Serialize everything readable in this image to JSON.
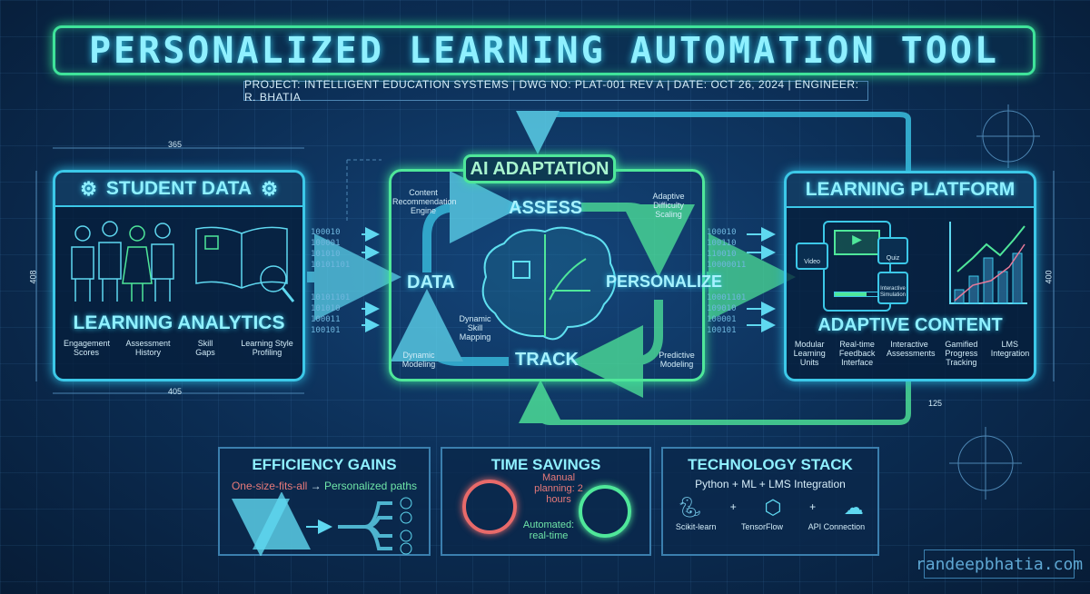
{
  "header": {
    "title": "PERSONALIZED LEARNING AUTOMATION TOOL",
    "subtitle": "PROJECT: INTELLIGENT EDUCATION SYSTEMS  |  DWG NO: PLAT-001 REV A  |  DATE: OCT 26, 2024  |  ENGINEER: R. BHATIA"
  },
  "student_data": {
    "title": "STUDENT DATA",
    "subtitle": "LEARNING ANALYTICS",
    "items": [
      "Engagement Scores",
      "Assessment History",
      "Skill Gaps",
      "Learning Style Profiling"
    ],
    "dims": {
      "top": "365",
      "bottom": "405",
      "side": "408"
    }
  },
  "ai": {
    "title": "AI ADAPTATION",
    "steps": {
      "assess": "ASSESS",
      "personalize": "PERSONALIZE",
      "track": "TRACK",
      "data": "DATA"
    },
    "notes": [
      "Content Recommendation Engine",
      "Adaptive Difficulty Scaling",
      "Dynamic Skill Mapping",
      "Dynamic Modeling",
      "Predictive Modeling"
    ]
  },
  "platform": {
    "title": "LEARNING PLATFORM",
    "subtitle": "ADAPTIVE CONTENT",
    "widgets": {
      "video": "Video",
      "quiz": "Quiz",
      "sim": "Interactive Simulation"
    },
    "items": [
      "Modular Learning Units",
      "Real-time Feedback Interface",
      "Interactive Assessments",
      "Gamified Progress Tracking",
      "LMS Integration"
    ],
    "dims": {
      "side": "400",
      "bottom": "125"
    }
  },
  "bits": {
    "left_top": [
      "100010",
      "100001",
      "101010",
      "10101101"
    ],
    "left_bottom": [
      "10101101",
      "101010",
      "100011",
      "100101"
    ],
    "right_top": [
      "100010",
      "100110",
      "110010",
      "10000011"
    ],
    "right_bottom": [
      "10001101",
      "109010",
      "100001",
      "100101"
    ]
  },
  "efficiency": {
    "title": "EFFICIENCY GAINS",
    "from": "One-size-fits-all",
    "arrow": "→",
    "to": "Personalized paths"
  },
  "time": {
    "title": "TIME SAVINGS",
    "manual": "Manual planning: 2 hours",
    "auto": "Automated: real-time"
  },
  "tech": {
    "title": "TECHNOLOGY STACK",
    "subtitle": "Python + ML + LMS Integration",
    "items": [
      "Scikit-learn",
      "TensorFlow",
      "API Connection"
    ],
    "plus": "+"
  },
  "watermark": "randeepbhatia.com",
  "colors": {
    "cyan": "#3cc8e8",
    "green": "#3fe39a",
    "red": "#e86a6a",
    "bg": "#0a2746"
  }
}
